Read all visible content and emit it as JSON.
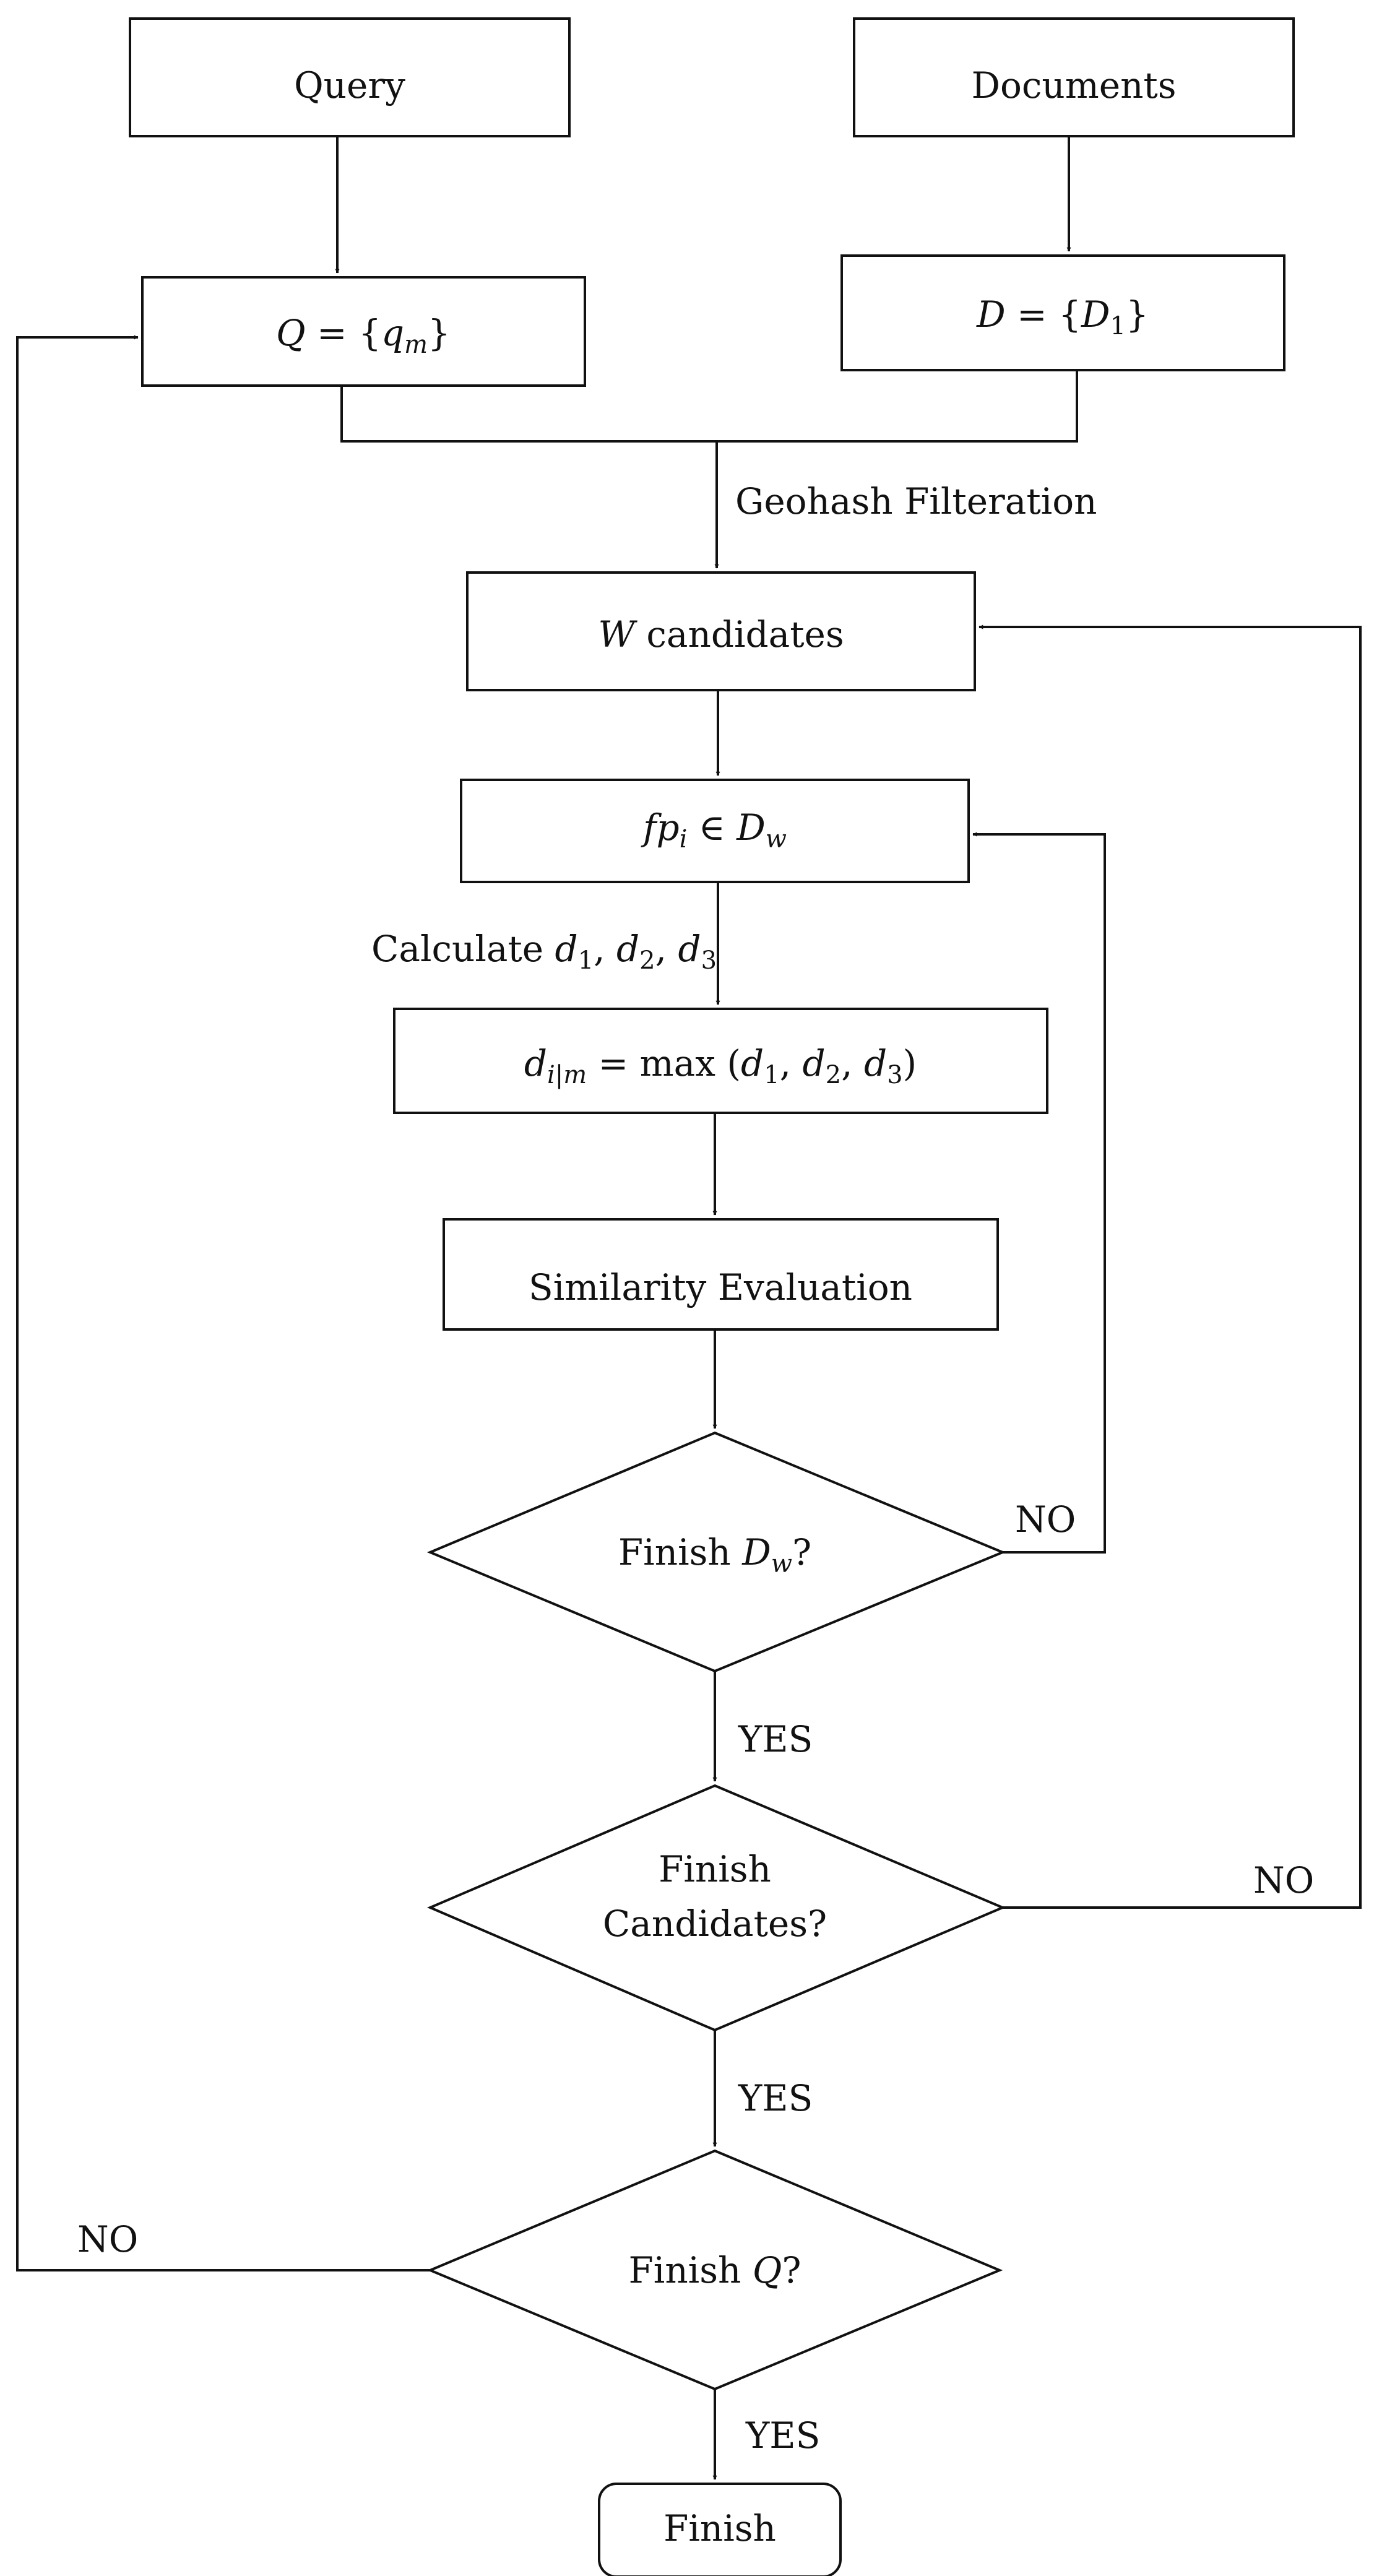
{
  "nodes": {
    "query": "Query",
    "documents": "Documents",
    "w_candidates": {
      "var": "W",
      "text": " candidates"
    },
    "similarity": "Similarity Evaluation",
    "finish": "Finish"
  },
  "math": {
    "q_set": {
      "lhs": "Q",
      "eq": " = {",
      "var": "q",
      "sub": "m",
      "close": "}"
    },
    "d_set": {
      "lhs": "D",
      "eq": " = {",
      "var": "D",
      "sub": "1",
      "close": "}"
    },
    "fp": {
      "var": "fp",
      "sub_i": "i",
      "in": " ∈ ",
      "set": "D",
      "sub_w": "w"
    },
    "dmax": {
      "var": "d",
      "sub": "i|m",
      "eq": " = max (",
      "d1": "d",
      "s1": "1",
      "d2": "d",
      "s2": "2",
      "d3": "d",
      "s3": "3",
      "close": ")",
      "comma": ", "
    }
  },
  "decisions": {
    "finish_dw": {
      "pre": "Finish ",
      "var": "D",
      "sub": "w",
      "post": "?"
    },
    "finish_candidates": {
      "line1": "Finish",
      "line2": "Candidates?"
    },
    "finish_q": {
      "pre": "Finish ",
      "var": "Q",
      "post": "?"
    }
  },
  "edge_labels": {
    "geohash": "Geohash Filteration",
    "calculate": {
      "prefix": "Calculate ",
      "var": "d",
      "s1": "1",
      "s2": "2",
      "s3": "3",
      "comma": ", "
    },
    "yes": "YES",
    "no": "NO"
  }
}
